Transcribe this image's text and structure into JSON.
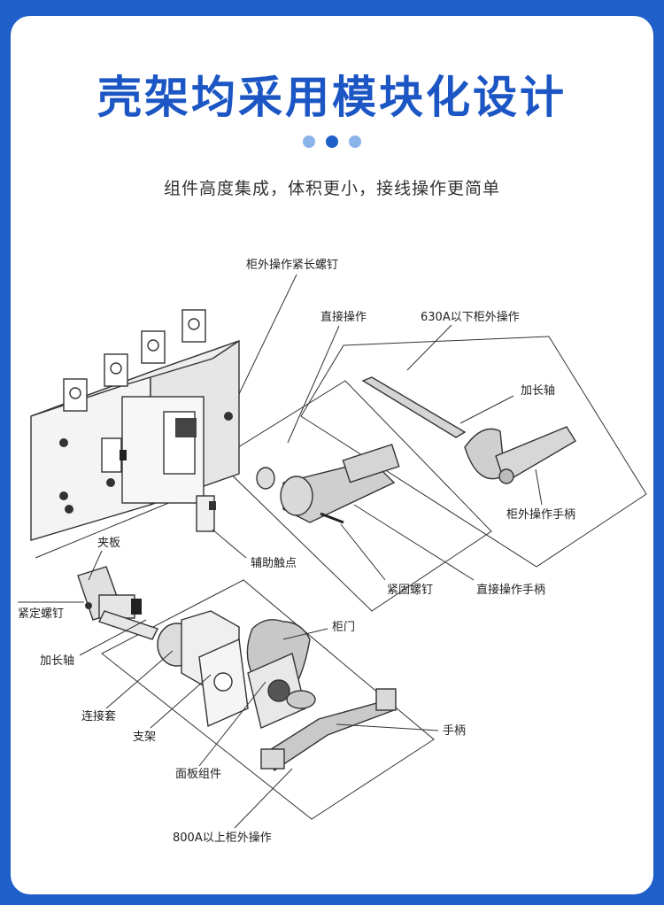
{
  "header": {
    "title": "壳架均采用模块化设计",
    "subtitle": "组件高度集成，体积更小，接线操作更简单"
  },
  "colors": {
    "frame": "#1f5fc8",
    "title": "#1b56c4",
    "dot_light": "#8ab4ea",
    "dot_dark": "#1f5fc8"
  },
  "labels": {
    "cabinet_bolt": "柜外操作紧长螺钉",
    "direct_op": "直接操作",
    "below630": "630A以下柜外操作",
    "ext_shaft_top": "加长轴",
    "ext_handle": "柜外操作手柄",
    "aux_contact": "辅助触点",
    "clamp": "夹板",
    "set_screw": "紧定螺钉",
    "ext_shaft_bottom": "加长轴",
    "fasten_screw": "紧固螺钉",
    "direct_handle": "直接操作手柄",
    "cabinet_door": "柜门",
    "coupling": "连接套",
    "bracket": "支架",
    "handle": "手柄",
    "panel": "面板组件",
    "above800": "800A以上柜外操作"
  }
}
